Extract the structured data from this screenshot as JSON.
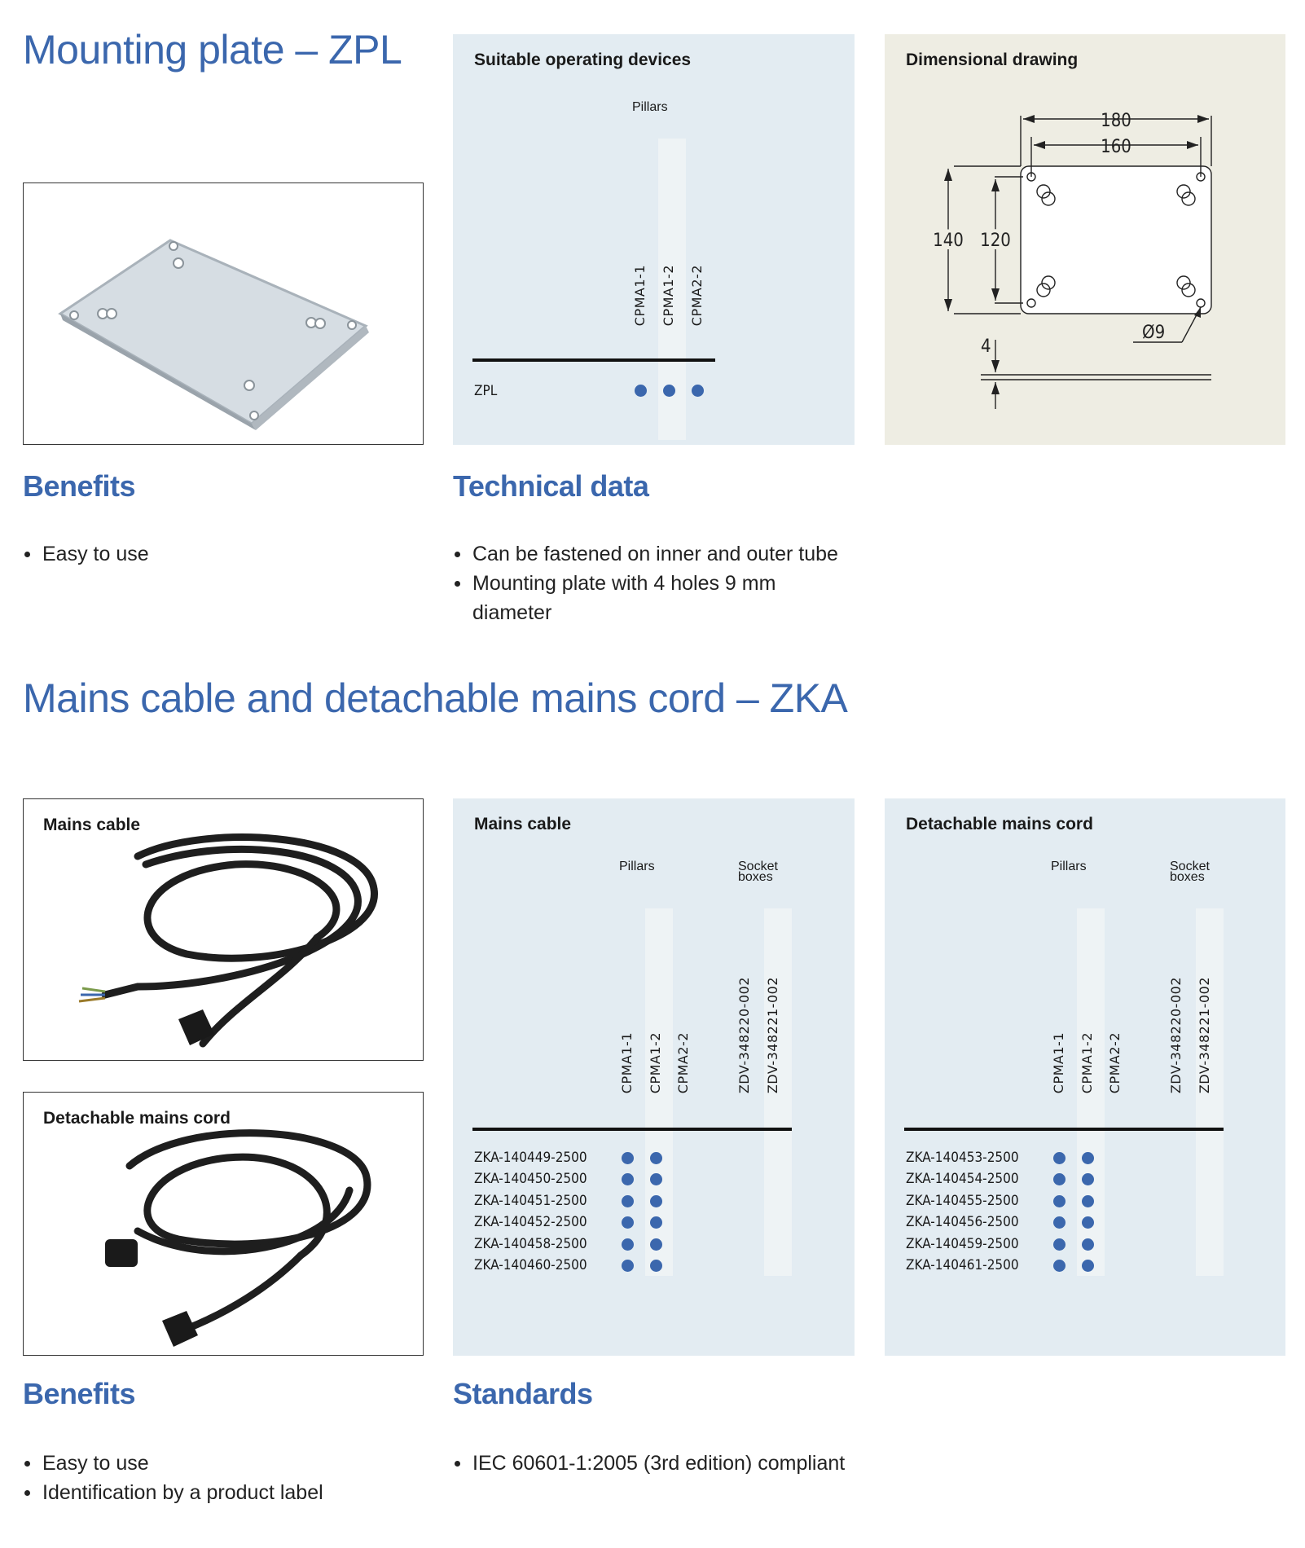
{
  "zpl": {
    "title": "Mounting plate – ZPL",
    "devices_panel": {
      "title": "Suitable operating devices",
      "group_label": "Pillars",
      "columns": [
        "CPMA1-1",
        "CPMA1-2",
        "CPMA2-2"
      ],
      "rows": [
        {
          "label": "ZPL",
          "marks": [
            true,
            true,
            true
          ]
        }
      ]
    },
    "drawing_panel": {
      "title": "Dimensional drawing",
      "dims": {
        "outer_width": "180",
        "hole_width": "160",
        "outer_height": "140",
        "hole_height": "120",
        "hole_diameter": "Ø9",
        "thickness": "4"
      }
    },
    "benefits": {
      "heading": "Benefits",
      "items": [
        "Easy to use"
      ]
    },
    "technical": {
      "heading": "Technical data",
      "items": [
        "Can be fastened on inner and outer tube",
        "Mounting plate with 4 holes 9 mm diameter"
      ]
    }
  },
  "zka": {
    "title": "Mains cable and detachable mains cord – ZKA",
    "photos": {
      "mains_cable": "Mains cable",
      "detachable_cord": "Detachable mains cord"
    },
    "tables": [
      {
        "title": "Mains cable",
        "group_pillars": "Pillars",
        "group_sockets": "Socket boxes",
        "columns": [
          "CPMA1-1",
          "CPMA1-2",
          "CPMA2-2",
          "ZDV-348220-002",
          "ZDV-348221-002"
        ],
        "rows": [
          {
            "label": "ZKA-140449-2500",
            "marks": [
              true,
              true,
              false,
              false,
              false
            ]
          },
          {
            "label": "ZKA-140450-2500",
            "marks": [
              true,
              true,
              false,
              false,
              false
            ]
          },
          {
            "label": "ZKA-140451-2500",
            "marks": [
              true,
              true,
              false,
              false,
              false
            ]
          },
          {
            "label": "ZKA-140452-2500",
            "marks": [
              true,
              true,
              false,
              false,
              false
            ]
          },
          {
            "label": "ZKA-140458-2500",
            "marks": [
              true,
              true,
              false,
              false,
              false
            ]
          },
          {
            "label": "ZKA-140460-2500",
            "marks": [
              true,
              true,
              false,
              false,
              false
            ]
          }
        ]
      },
      {
        "title": "Detachable mains cord",
        "group_pillars": "Pillars",
        "group_sockets": "Socket boxes",
        "columns": [
          "CPMA1-1",
          "CPMA1-2",
          "CPMA2-2",
          "ZDV-348220-002",
          "ZDV-348221-002"
        ],
        "rows": [
          {
            "label": "ZKA-140453-2500",
            "marks": [
              true,
              true,
              false,
              false,
              false
            ]
          },
          {
            "label": "ZKA-140454-2500",
            "marks": [
              true,
              true,
              false,
              false,
              false
            ]
          },
          {
            "label": "ZKA-140455-2500",
            "marks": [
              true,
              true,
              false,
              false,
              false
            ]
          },
          {
            "label": "ZKA-140456-2500",
            "marks": [
              true,
              true,
              false,
              false,
              false
            ]
          },
          {
            "label": "ZKA-140459-2500",
            "marks": [
              true,
              true,
              false,
              false,
              false
            ]
          },
          {
            "label": "ZKA-140461-2500",
            "marks": [
              true,
              true,
              false,
              false,
              false
            ]
          }
        ]
      }
    ],
    "benefits": {
      "heading": "Benefits",
      "items": [
        "Easy to use",
        "Identification by a product label"
      ]
    },
    "standards": {
      "heading": "Standards",
      "items": [
        "IEC 60601-1:2005 (3rd edition) compliant"
      ]
    }
  }
}
